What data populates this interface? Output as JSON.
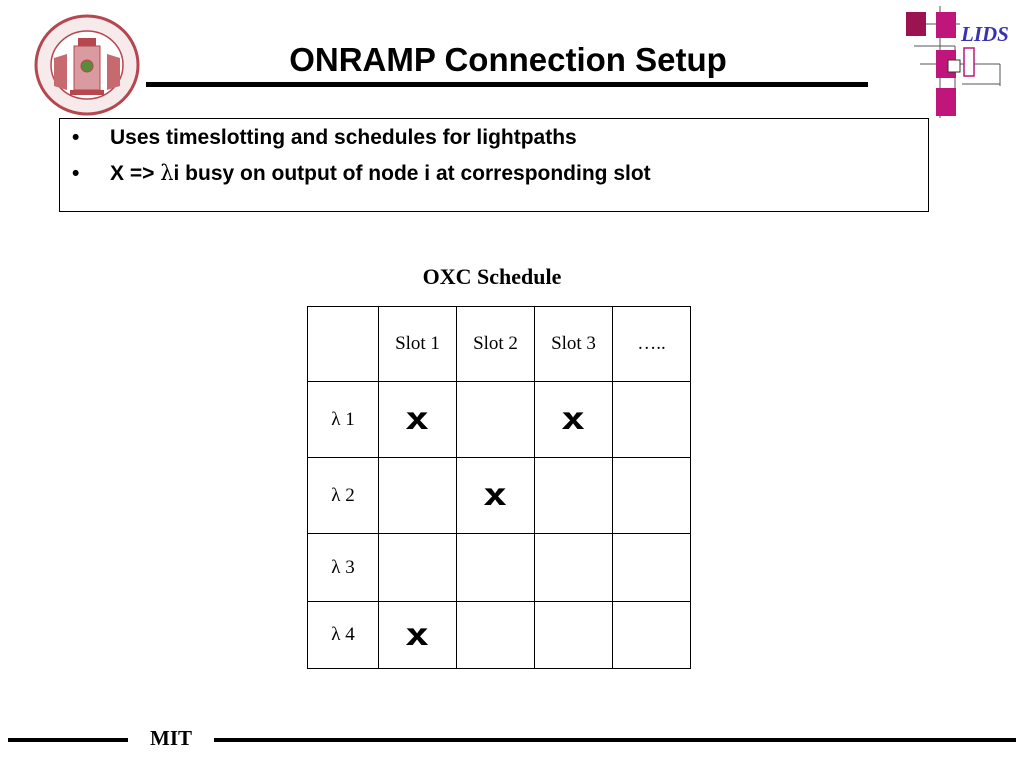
{
  "header": {
    "title": "ONRAMP Connection Setup",
    "logo_text": "LIDS"
  },
  "bullets": [
    {
      "text": "Uses timeslotting and schedules for lightpaths"
    },
    {
      "prefix": "X => ",
      "lambda": "λ",
      "suffix": "i busy on output of node i at corresponding slot"
    }
  ],
  "schedule": {
    "title": "OXC Schedule",
    "columns": [
      "Slot 1",
      "Slot 2",
      "Slot 3",
      "….."
    ],
    "rows": [
      {
        "label": "λ 1",
        "cells": [
          "x",
          "",
          "x",
          ""
        ]
      },
      {
        "label": "λ 2",
        "cells": [
          "",
          "x",
          "",
          ""
        ]
      },
      {
        "label": "λ 3",
        "cells": [
          "",
          "",
          "",
          ""
        ]
      },
      {
        "label": "λ 4",
        "cells": [
          "x",
          "",
          "",
          ""
        ]
      }
    ]
  },
  "footer": {
    "text": "MIT"
  },
  "colors": {
    "seal": "#b5474f",
    "lids_logo": "#b0166e",
    "lids_text": "#3a33b0"
  },
  "icons": {
    "seal": "mit-seal-icon",
    "logo": "lids-network-icon"
  }
}
